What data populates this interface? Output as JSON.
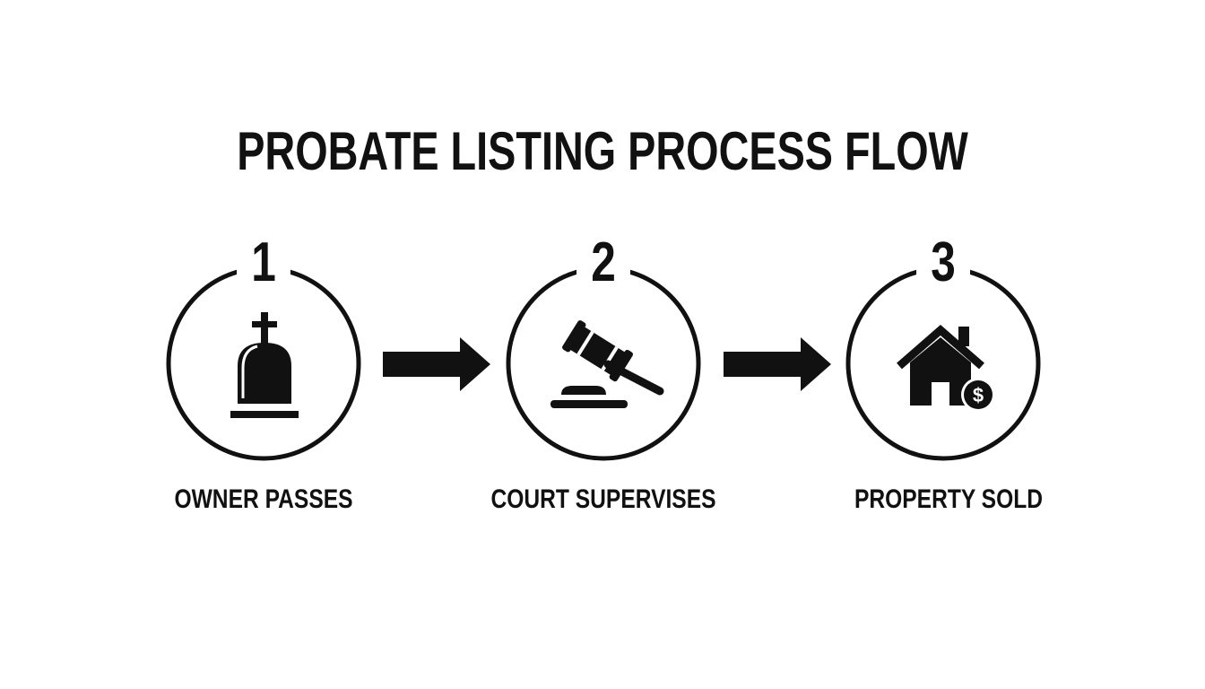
{
  "title": "PROBATE LISTING PROCESS FLOW",
  "steps": [
    {
      "number": "1",
      "label": "OWNER PASSES",
      "icon": "tombstone-icon"
    },
    {
      "number": "2",
      "label": "COURT SUPERVISES",
      "icon": "gavel-icon"
    },
    {
      "number": "3",
      "label": "PROPERTY SOLD",
      "icon": "house-dollar-icon"
    }
  ],
  "dollar_symbol": "$",
  "colors": {
    "ink": "#111111",
    "background": "#ffffff"
  }
}
